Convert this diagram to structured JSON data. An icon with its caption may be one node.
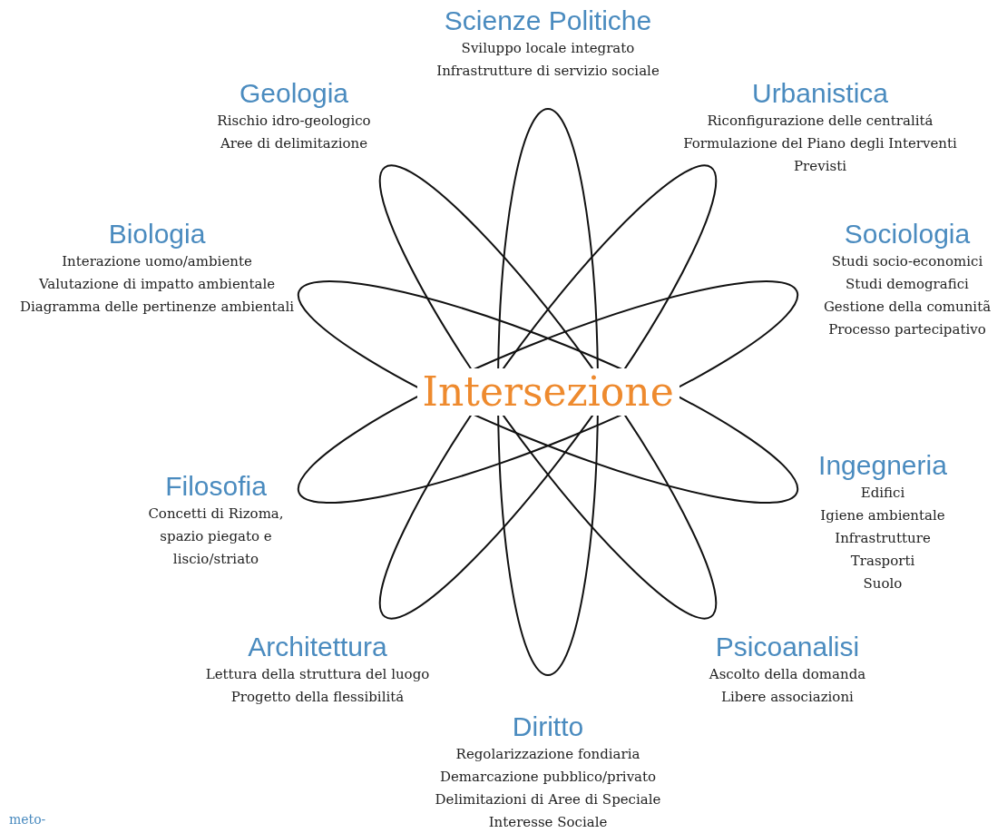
{
  "diagram": {
    "labels": [
      "Scienze Politiche",
      "Sviluppo locale integrato",
      "Infrastrutture di servizio sociale",
      "Geologia",
      "Rischio idro-geologico",
      "Aree di delimitazione",
      "Urbanistica",
      "Riconfigurazione delle centralitá",
      "Formulazione del Piano degli Interventi Previsti",
      "Biologia",
      "Interazione uomo/ambiente",
      "Valutazione di impatto ambientale",
      "Diagramma delle pertinenze ambientali",
      "Sociologia",
      "Studi socio-economici",
      "Studi demografici",
      "Gestione della comunitã",
      "Processo partecipativo",
      "Intersezione",
      "Filosofia",
      "Concetti di Rizoma, spazio piegato e liscio/striato",
      "Ingegneria",
      "Edifici",
      "Igiene ambientale",
      "Infrastrutture",
      "Trasporti",
      "Suolo",
      "Architettura",
      "Lettura della struttura del luogo",
      "Progetto della flessibilitá",
      "Psicoanalisi",
      "Ascolto della domanda",
      "Libere associazioni",
      "Diritto",
      "Regolarizzazione fondiaria",
      "Demarcazione pubblico/privato",
      "Delimitazioni di Aree di Speciale Interesse Sociale",
      "meto-"
    ]
  }
}
